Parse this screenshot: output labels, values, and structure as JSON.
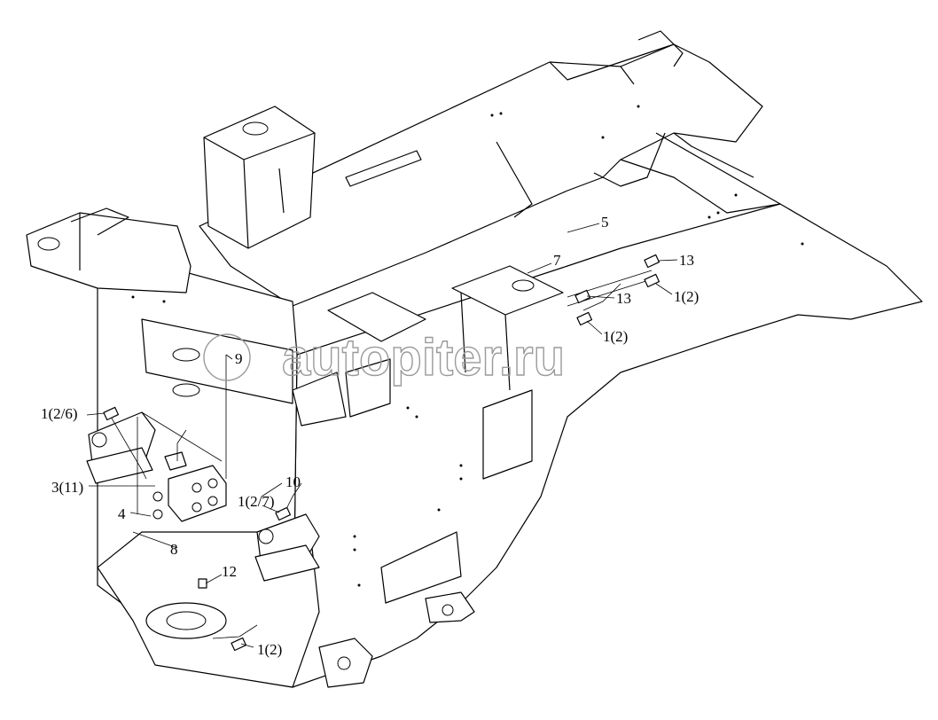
{
  "watermark": "autopiter.ru",
  "callouts": {
    "c5": "5",
    "c7": "7",
    "c9": "9",
    "c10": "10",
    "c8": "8",
    "c12": "12",
    "c4": "4",
    "c3": "3(11)",
    "c126": "1(2/6)",
    "c127": "1(2/7)",
    "c12a": "1(2)",
    "c12b": "1(2)",
    "c12c": "1(2)",
    "c13a": "13",
    "c13b": "13"
  },
  "colors": {
    "ink": "#000000",
    "background": "#ffffff",
    "watermark": "#9a9a9a"
  }
}
